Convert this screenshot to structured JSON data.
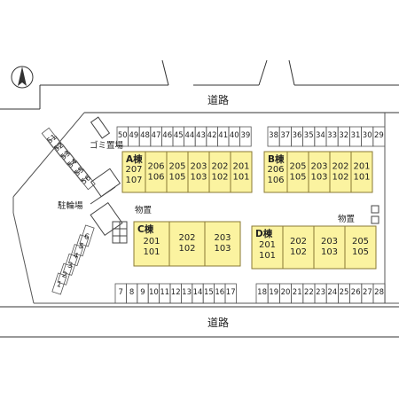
{
  "labels": {
    "road_top": "道路",
    "road_bottom": "道路",
    "garbage": "ゴミ置場",
    "bicycle_parking": "駐輪場",
    "storage_left": "物置",
    "storage_right": "物置"
  },
  "compass": {
    "icon": "north-arrow-icon"
  },
  "colors": {
    "building_fill": "#fbf3a0",
    "building_stroke": "#8a7a35"
  },
  "parking": {
    "top_left": [
      "50",
      "49",
      "48",
      "47",
      "46",
      "45",
      "44",
      "43",
      "42",
      "41",
      "40",
      "39"
    ],
    "top_right": [
      "38",
      "37",
      "36",
      "35",
      "34",
      "33",
      "32",
      "31",
      "30",
      "29"
    ],
    "bottom_left": [
      "7",
      "8",
      "9",
      "10",
      "11",
      "12",
      "13",
      "14",
      "15",
      "16",
      "17"
    ],
    "bottom_right": [
      "18",
      "19",
      "20",
      "21",
      "22",
      "23",
      "24",
      "25",
      "26",
      "27",
      "28"
    ],
    "diagonal_upper": [
      "51",
      "52",
      "53",
      "54",
      "55",
      "56"
    ],
    "diagonal_lower": [
      "1",
      "2",
      "3",
      "4",
      "5",
      "6"
    ]
  },
  "buildings": [
    {
      "name": "A棟",
      "rooms": [
        [
          "207",
          "107"
        ],
        [
          "206",
          "106"
        ],
        [
          "205",
          "105"
        ],
        [
          "203",
          "103"
        ],
        [
          "202",
          "102"
        ],
        [
          "201",
          "101"
        ]
      ]
    },
    {
      "name": "B棟",
      "rooms": [
        [
          "206",
          "106"
        ],
        [
          "205",
          "105"
        ],
        [
          "203",
          "103"
        ],
        [
          "202",
          "102"
        ],
        [
          "201",
          "101"
        ]
      ]
    },
    {
      "name": "C棟",
      "rooms": [
        [
          "201",
          "101"
        ],
        [
          "202",
          "102"
        ],
        [
          "203",
          "103"
        ]
      ]
    },
    {
      "name": "D棟",
      "rooms": [
        [
          "201",
          "101"
        ],
        [
          "202",
          "102"
        ],
        [
          "203",
          "103"
        ],
        [
          "205",
          "105"
        ]
      ]
    }
  ]
}
